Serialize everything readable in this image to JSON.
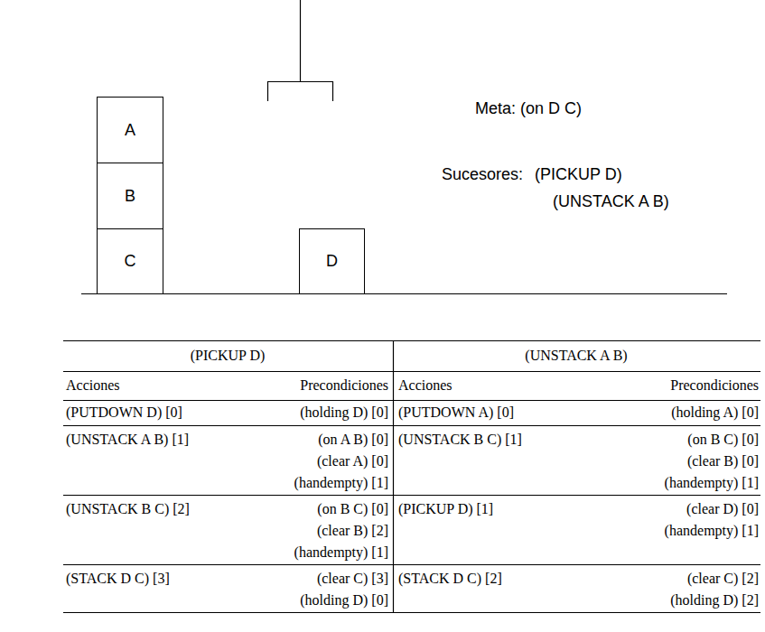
{
  "diagram": {
    "nodes": [
      {
        "text": [
          "A"
        ]
      },
      {
        "text": [
          "B"
        ]
      },
      {
        "text": [
          "C"
        ]
      },
      {
        "text": [
          "D"
        ]
      }
    ],
    "labels": [
      "Meta: (on D C)",
      "Sucesores:",
      "(PICKUP D)",
      "(UNSTACK A B)",
      "(PICKUP D)",
      "(UNSTACK A B)",
      "Acciones",
      "Precondiciones",
      "Acciones",
      "Precondiciones",
      "(PUTDOWN D) [0]",
      "(holding D) [0]",
      "(UNSTACK A B) [1]",
      "(on A B) [0]",
      "(clear A) [0]",
      "(handempty) [1]",
      "(UNSTACK B C) [2]",
      "(on B C) [0]",
      "(clear B) [2]",
      "(handempty) [1]",
      "(STACK D C) [3]",
      "(clear C) [3]",
      "(holding D) [0]",
      "(PUTDOWN A) [0]",
      "(holding A) [0]",
      "(UNSTACK B C) [1]",
      "(on B C) [0]",
      "(clear B) [0]",
      "(handempty) [1]",
      "(PICKUP D) [1]",
      "(clear D) [0]",
      "(handempty) [1]",
      "(STACK D C) [2]",
      "(clear C) [2]",
      "(holding D) [2]"
    ]
  }
}
